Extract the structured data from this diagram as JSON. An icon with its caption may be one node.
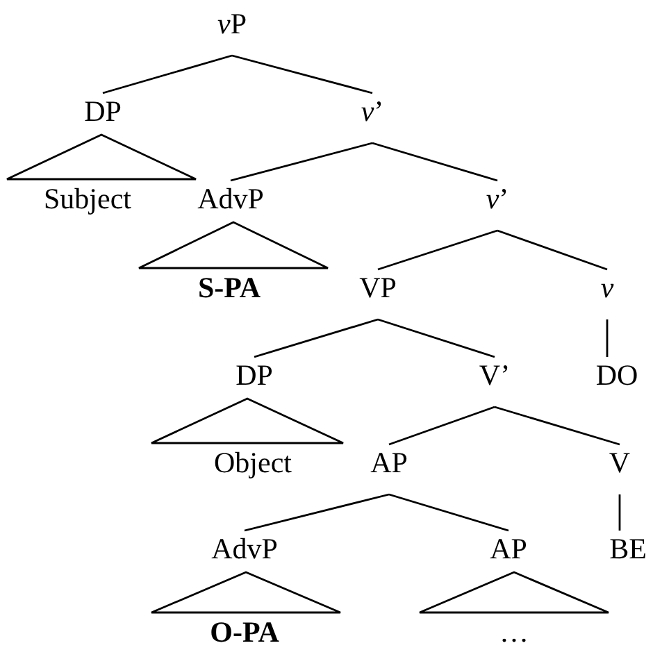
{
  "diagram": {
    "nodes": [
      {
        "text": [
          "vP"
        ]
      },
      {
        "text": [
          "DP"
        ]
      },
      {
        "text": [
          "v’"
        ]
      },
      {
        "text": [
          "Subject"
        ]
      },
      {
        "text": [
          "AdvP"
        ]
      },
      {
        "text": [
          "v’"
        ]
      },
      {
        "text": [
          "S-PA"
        ]
      },
      {
        "text": [
          "VP"
        ]
      },
      {
        "text": [
          "v"
        ]
      },
      {
        "text": [
          "DP"
        ]
      },
      {
        "text": [
          "V’"
        ]
      },
      {
        "text": [
          "DO"
        ]
      },
      {
        "text": [
          "Object"
        ]
      },
      {
        "text": [
          "AP"
        ]
      },
      {
        "text": [
          "V"
        ]
      },
      {
        "text": [
          "AdvP"
        ]
      },
      {
        "text": [
          "AP"
        ]
      },
      {
        "text": [
          "BE"
        ]
      },
      {
        "text": [
          "O-PA"
        ]
      },
      {
        "text": [
          "…"
        ]
      }
    ],
    "edges": [
      {
        "from": 0,
        "to": 1,
        "arrow": "none"
      },
      {
        "from": 0,
        "to": 2,
        "arrow": "none"
      },
      {
        "from": 1,
        "to": 3,
        "arrow": "none"
      },
      {
        "from": 2,
        "to": 4,
        "arrow": "none"
      },
      {
        "from": 2,
        "to": 5,
        "arrow": "none"
      },
      {
        "from": 4,
        "to": 6,
        "arrow": "none"
      },
      {
        "from": 5,
        "to": 7,
        "arrow": "none"
      },
      {
        "from": 5,
        "to": 8,
        "arrow": "none"
      },
      {
        "from": 7,
        "to": 9,
        "arrow": "none"
      },
      {
        "from": 7,
        "to": 10,
        "arrow": "none"
      },
      {
        "from": 8,
        "to": 11,
        "arrow": "none"
      },
      {
        "from": 9,
        "to": 12,
        "arrow": "none"
      },
      {
        "from": 10,
        "to": 13,
        "arrow": "none"
      },
      {
        "from": 10,
        "to": 14,
        "arrow": "none"
      },
      {
        "from": 13,
        "to": 15,
        "arrow": "none"
      },
      {
        "from": 13,
        "to": 16,
        "arrow": "none"
      },
      {
        "from": 14,
        "to": 17,
        "arrow": "none"
      },
      {
        "from": 15,
        "to": 18,
        "arrow": "none"
      },
      {
        "from": 16,
        "to": 19,
        "arrow": "none"
      }
    ]
  }
}
